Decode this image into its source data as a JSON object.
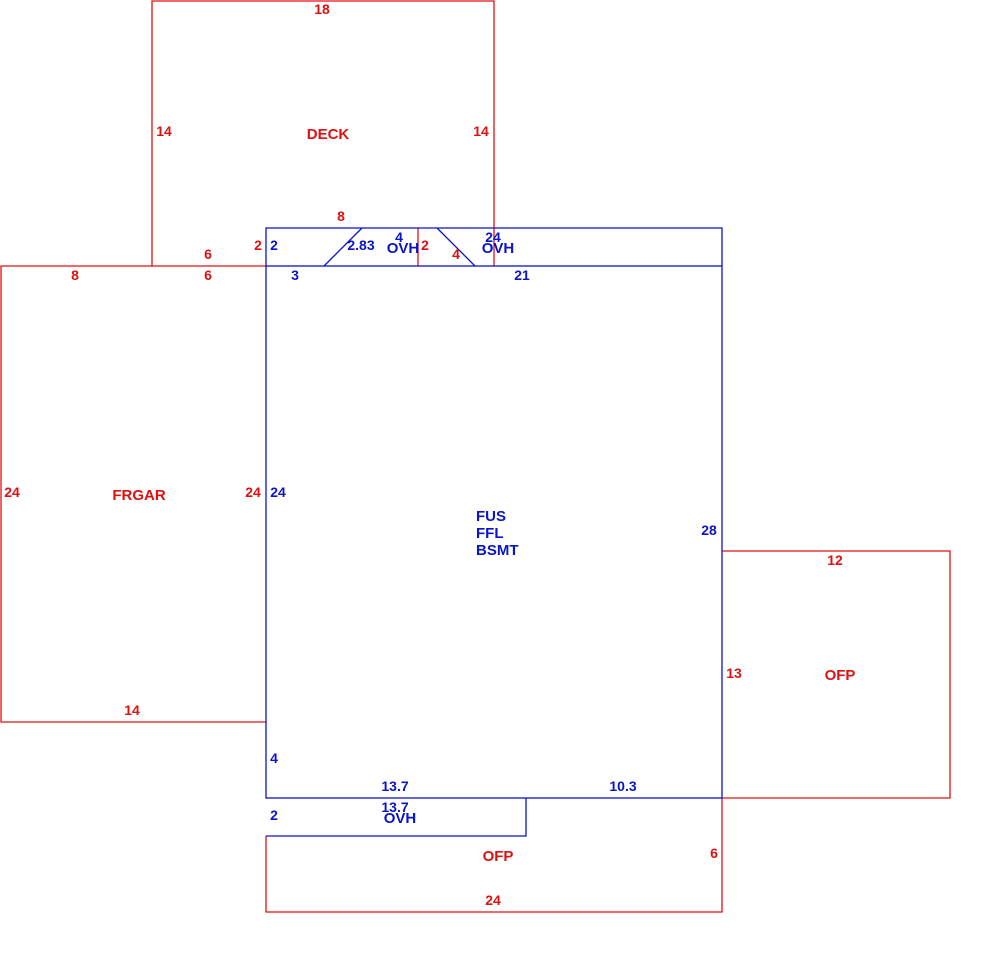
{
  "colors": {
    "red": "#e01010",
    "blue": "#0a14c8"
  },
  "areas": {
    "deck": {
      "label": "DECK",
      "dims": {
        "top": "18",
        "left": "14",
        "right": "14",
        "bottom_a": "6",
        "bottom_b": "8"
      }
    },
    "frgar": {
      "label": "FRGAR",
      "dims": {
        "top_a": "8",
        "top_b": "6",
        "left": "24",
        "right": "24",
        "bottom": "14"
      }
    },
    "fus": {
      "labels": [
        "FUS",
        "FFL",
        "BSMT"
      ],
      "dims": {
        "left": "24",
        "left_lower": "4",
        "right": "28",
        "top": "21",
        "bottom_a": "13.7",
        "bottom_b": "10.3",
        "notch_a": "2",
        "notch_b": "3"
      }
    },
    "ovh_top": {
      "label_a": "OVH",
      "label_b": "OVH",
      "dims": {
        "a": "2.83",
        "b": "4",
        "c": "2",
        "d": "4",
        "e": "24",
        "f": "2"
      }
    },
    "ovh_bottom": {
      "label": "OVH",
      "dims": {
        "top": "13.7",
        "left": "2"
      }
    },
    "ofp_right": {
      "label": "OFP",
      "dims": {
        "top": "12",
        "left": "13"
      }
    },
    "ofp_bottom": {
      "label": "OFP",
      "dims": {
        "right": "6",
        "bottom": "24"
      }
    }
  }
}
